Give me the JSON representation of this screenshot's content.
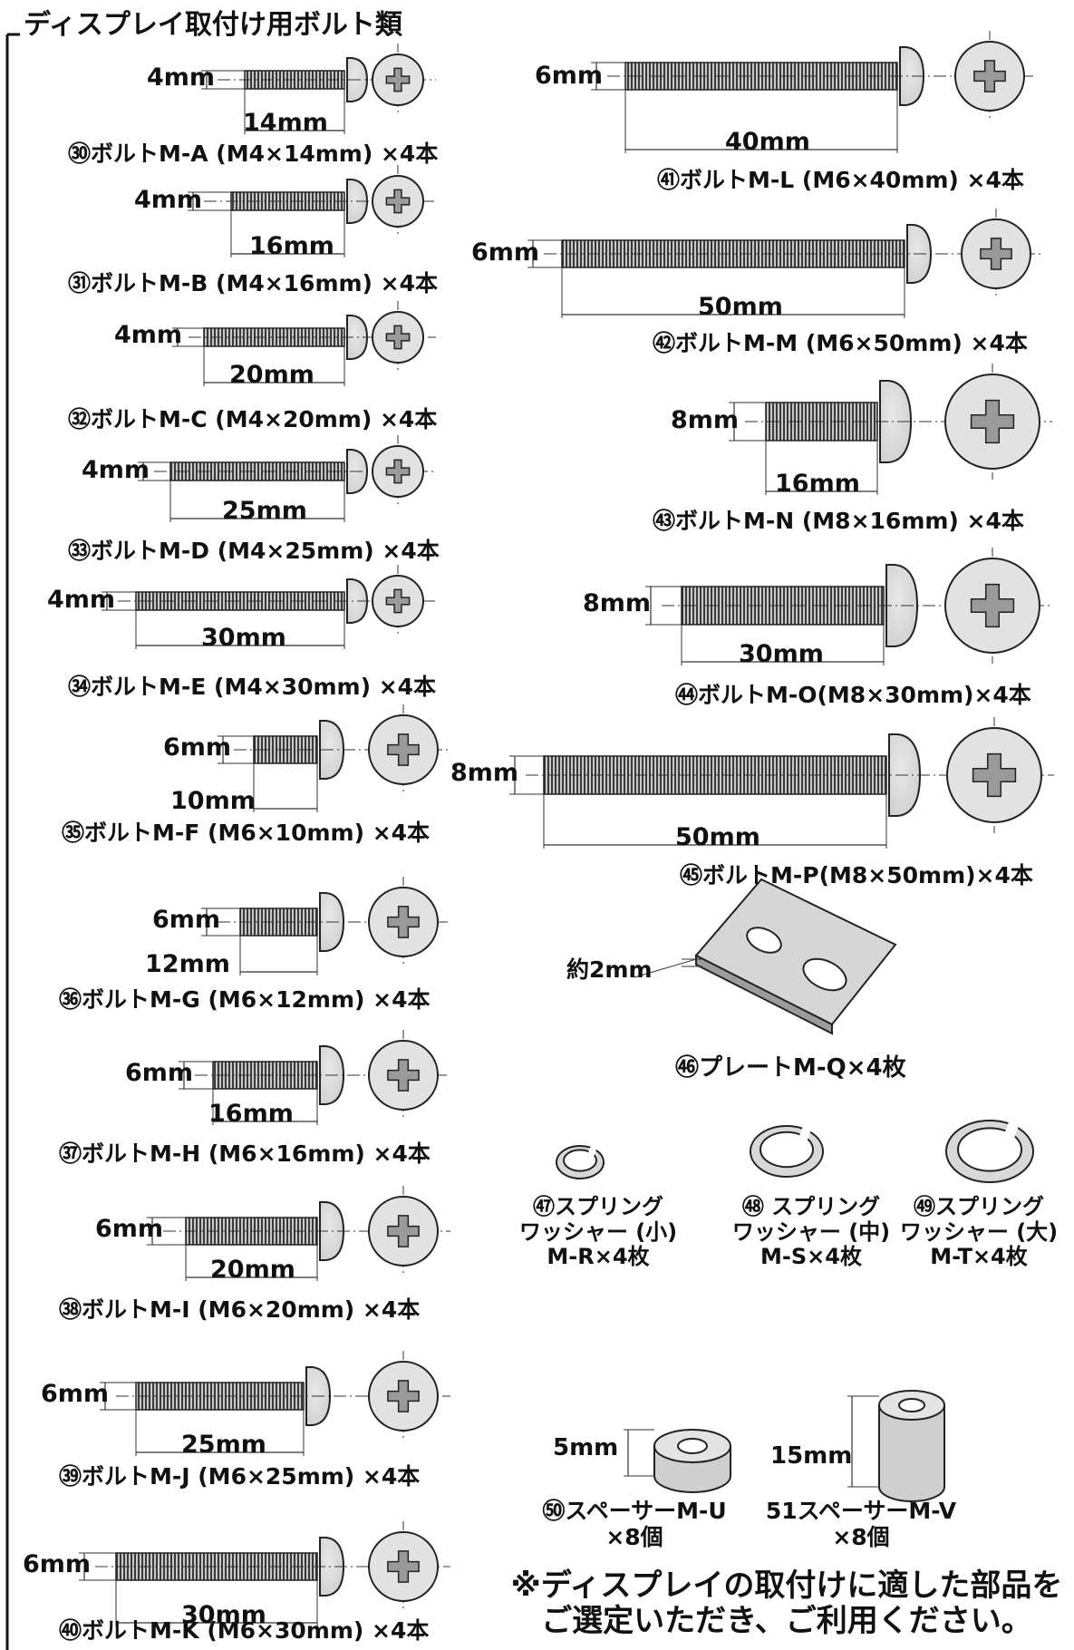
{
  "title": "ディスプレイ取付け用ボルト類",
  "bolts": [
    {
      "dia": "4mm",
      "len": "14mm",
      "caption": "㉚ボルトM-A (M4×14mm) ×4本"
    },
    {
      "dia": "4mm",
      "len": "16mm",
      "caption": "㉛ボルトM-B (M4×16mm) ×4本"
    },
    {
      "dia": "4mm",
      "len": "20mm",
      "caption": "㉜ボルトM-C (M4×20mm) ×4本"
    },
    {
      "dia": "4mm",
      "len": "25mm",
      "caption": "㉝ボルトM-D (M4×25mm) ×4本"
    },
    {
      "dia": "4mm",
      "len": "30mm",
      "caption": "㉞ボルトM-E (M4×30mm) ×4本"
    },
    {
      "dia": "6mm",
      "len": "10mm",
      "caption": "㉟ボルトM-F (M6×10mm) ×4本"
    },
    {
      "dia": "6mm",
      "len": "12mm",
      "caption": "㊱ボルトM-G (M6×12mm) ×4本"
    },
    {
      "dia": "6mm",
      "len": "16mm",
      "caption": "㊲ボルトM-H (M6×16mm) ×4本"
    },
    {
      "dia": "6mm",
      "len": "20mm",
      "caption": "㊳ボルトM-I (M6×20mm) ×4本"
    },
    {
      "dia": "6mm",
      "len": "25mm",
      "caption": "㊴ボルトM-J (M6×25mm) ×4本"
    },
    {
      "dia": "6mm",
      "len": "30mm",
      "caption": "㊵ボルトM-K (M6×30mm) ×4本"
    },
    {
      "dia": "6mm",
      "len": "40mm",
      "caption": "㊶ボルトM-L (M6×40mm) ×4本"
    },
    {
      "dia": "6mm",
      "len": "50mm",
      "caption": "㊷ボルトM-M (M6×50mm) ×4本"
    },
    {
      "dia": "8mm",
      "len": "16mm",
      "caption": "㊸ボルトM-N (M8×16mm) ×4本"
    },
    {
      "dia": "8mm",
      "len": "30mm",
      "caption": "㊹ボルトM-O(M8×30mm)×4本"
    },
    {
      "dia": "8mm",
      "len": "50mm",
      "caption": "㊺ボルトM-P(M8×50mm)×4本"
    }
  ],
  "plate": {
    "thickness": "約2mm",
    "caption": "㊻プレートM-Q×4枚"
  },
  "washers": [
    {
      "line1": "㊼スプリング",
      "line2": "ワッシャー (小)",
      "line3": "M-R×4枚"
    },
    {
      "line1": "㊽ スプリング",
      "line2": "ワッシャー (中)",
      "line3": "M-S×4枚"
    },
    {
      "line1": "㊾スプリング",
      "line2": "ワッシャー (大)",
      "line3": "M-T×4枚"
    }
  ],
  "spacers": [
    {
      "height": "5mm",
      "line1": "㊿スペーサーM-U",
      "line2": "×8個"
    },
    {
      "height": "15mm",
      "line1": "51スペーサーM-V",
      "line2": "×8個"
    }
  ],
  "note": {
    "line1": "※ディスプレイの取付けに適した部品を",
    "line2": "ご選定いただき、ご利用ください。"
  }
}
